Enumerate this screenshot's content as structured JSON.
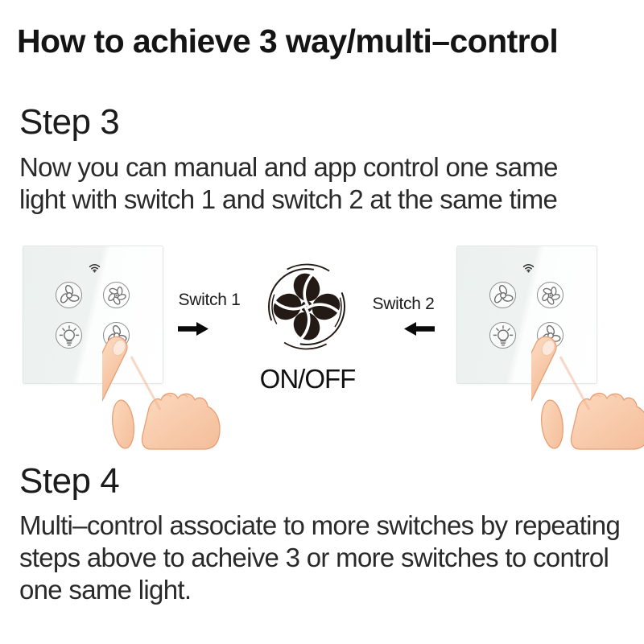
{
  "title": "How to achieve 3 way/multi–control",
  "step3": {
    "heading": "Step 3",
    "lines": [
      "Now you can manual and app control one same",
      "light with switch 1 and switch 2 at the same time"
    ]
  },
  "step4": {
    "heading": "Step 4",
    "lines": [
      "Multi–control associate to more switches by repeating",
      "steps above to acheive 3 or more switches to control",
      "one same light."
    ]
  },
  "diagram": {
    "switch1_label": "Switch 1",
    "switch2_label": "Switch 2",
    "onoff_label": "ON/OFF",
    "icons": [
      "wifi-icon",
      "fan-3-blade-icon",
      "fan-5-blade-icon",
      "light-bulb-icon",
      "fan-spinning-icon",
      "arrow-right-icon",
      "arrow-left-icon",
      "pointing-hand"
    ],
    "colors": {
      "fan_dark": "#241a15",
      "arrow_black": "#0a0a0a",
      "panel_tint": "#edf2f0",
      "button_ring": "#8d8d8d",
      "skin": "#f8cbab",
      "skin_outline": "#e89e74",
      "text": "#1f1f1f"
    }
  }
}
